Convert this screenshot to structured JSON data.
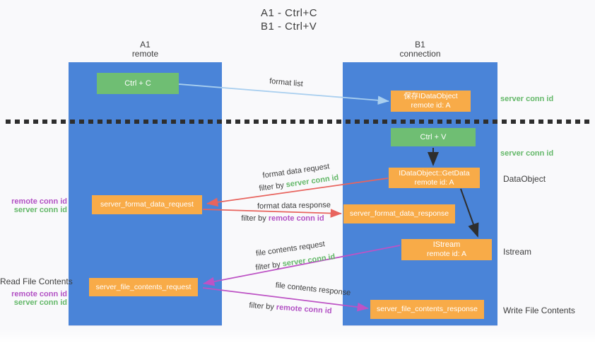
{
  "title": {
    "line1": "A1 - Ctrl+C",
    "line2": "B1 - Ctrl+V"
  },
  "columns": {
    "left": {
      "header_line1": "A1",
      "header_line2": "remote"
    },
    "right": {
      "header_line1": "B1",
      "header_line2": "connection"
    }
  },
  "boxes": {
    "ctrl_c": {
      "label": "Ctrl + C"
    },
    "server_format_data_request": {
      "label": "server_format_data_request"
    },
    "server_file_contents_request": {
      "label": "server_file_contents_request"
    },
    "save_idataobject": {
      "line1": "保存IDataObject",
      "line2": "remote id: A"
    },
    "ctrl_v": {
      "label": "Ctrl + V"
    },
    "idataobject_getdata": {
      "line1": "IDataObject::GetData",
      "line2": "remote id: A"
    },
    "server_format_data_response": {
      "label": "server_format_data_response"
    },
    "istream": {
      "line1": "IStream",
      "line2": "remote id: A"
    },
    "server_file_contents_response": {
      "label": "server_file_contents_response"
    }
  },
  "arrow_labels": {
    "format_list": "format list",
    "format_data_request": "format data request",
    "format_data_request_filter": {
      "prefix": "filter by ",
      "key": "server conn id"
    },
    "format_data_response": "format data response",
    "format_data_response_filter": {
      "prefix": "filter by ",
      "key": "remote conn id"
    },
    "file_contents_request": "file contents request",
    "file_contents_request_filter": {
      "prefix": "filter by ",
      "key": "server conn id"
    },
    "file_contents_response": "file contents response",
    "file_contents_response_filter": {
      "prefix": "filter by ",
      "key": "remote conn id"
    }
  },
  "side_labels": {
    "left_top": {
      "remote": "remote conn id",
      "server": "server conn id"
    },
    "left_bottom": {
      "title": "Read File Contents",
      "remote": "remote conn id",
      "server": "server conn id"
    },
    "right": {
      "server_conn_id_1": "server conn id",
      "server_conn_id_2": "server conn id",
      "dataobject": "DataObject",
      "istream": "Istream",
      "write_file_contents": "Write File Contents"
    }
  },
  "colors": {
    "lane_blue": "#4a84d8",
    "box_green": "#6fbe73",
    "box_orange": "#f8ab48",
    "arrow_light_blue": "#a9cfef",
    "arrow_red": "#e8645e",
    "arrow_magenta": "#bd53c5",
    "arrow_black": "#2e2e2e",
    "label_green": "#64b869",
    "label_purple": "#b251c4",
    "text_dark": "#3d3d3d",
    "background": "#f9f9fb"
  }
}
